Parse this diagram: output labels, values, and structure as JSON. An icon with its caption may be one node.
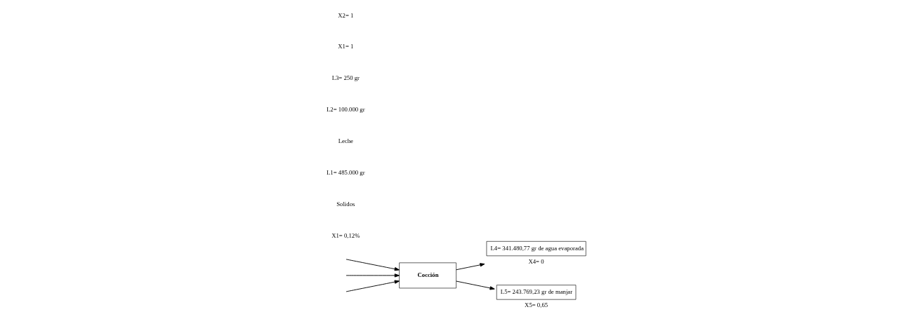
{
  "diagram": {
    "nodes": [
      {
        "text": [
          "Cocción"
        ]
      },
      {
        "text": [
          "L4= 341.480,77 gr de agua evaporada"
        ],
        "beside": [
          "X4= 0"
        ]
      },
      {
        "text": [
          "L5= 243.769,23 gr de manjar"
        ],
        "beside": [
          "X5= 0,65"
        ]
      }
    ],
    "edges": [
      {
        "from": null,
        "to": 0,
        "arrow": "to"
      },
      {
        "from": 0,
        "to": 1,
        "arrow": "to"
      },
      {
        "from": 0,
        "to": 2,
        "arrow": "to"
      },
      {
        "from": null,
        "to": 0,
        "arrow": "to"
      },
      {
        "from": null,
        "to": 0,
        "arrow": "to"
      }
    ],
    "labels": [
      "Leche",
      "L1= 485.000 gr",
      "Solidos",
      "X1= 0,12%",
      "L2= 100.000 gr",
      "L3= 250 gr",
      "X1= 1",
      "X2= 1"
    ]
  }
}
